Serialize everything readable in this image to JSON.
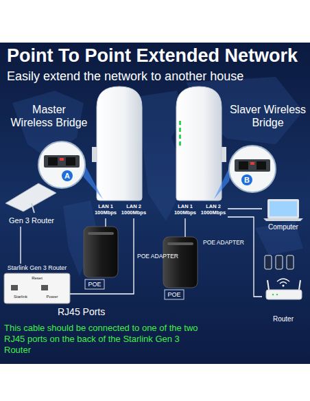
{
  "diagram": {
    "title": "Point To Point Extended Network",
    "nodes": [
      {
        "text": [
          "Master Wireless Bridge",
          "LAN 1 100Mbps",
          "LAN 2 1000Mbps"
        ]
      },
      {
        "text": [
          "A"
        ]
      },
      {
        "text": [
          "Slaver Wireless Bridge",
          "LAN 1 100Mbps",
          "LAN 2 1000Mbps"
        ]
      },
      {
        "text": [
          "B"
        ]
      },
      {
        "text": [
          "Gen 3 Router"
        ]
      },
      {
        "text": [
          "Starlink Gen 3 Router",
          "Reset",
          "Starlink",
          "Power"
        ]
      },
      {
        "text": [
          "POE ADAPTER",
          "POE"
        ]
      },
      {
        "text": [
          "POE ADAPTER",
          "POE"
        ]
      },
      {
        "text": [
          "Computer"
        ]
      },
      {
        "text": [
          "Router"
        ]
      }
    ],
    "edges": [
      {
        "from": 4,
        "to": 5,
        "arrow": "none"
      },
      {
        "from": 5,
        "to": 0,
        "arrow": "none"
      },
      {
        "from": 0,
        "to": 6,
        "arrow": "none"
      },
      {
        "from": 2,
        "to": 7,
        "arrow": "none"
      },
      {
        "from": 2,
        "to": 8,
        "arrow": "none"
      },
      {
        "from": 2,
        "to": 9,
        "arrow": "none"
      }
    ],
    "labels": [
      "Easily extend the network to another house",
      "RJ45 Ports",
      "This cable should be connected to one of the two RJ45 ports on the back of the Starlink Gen 3 Router"
    ]
  }
}
